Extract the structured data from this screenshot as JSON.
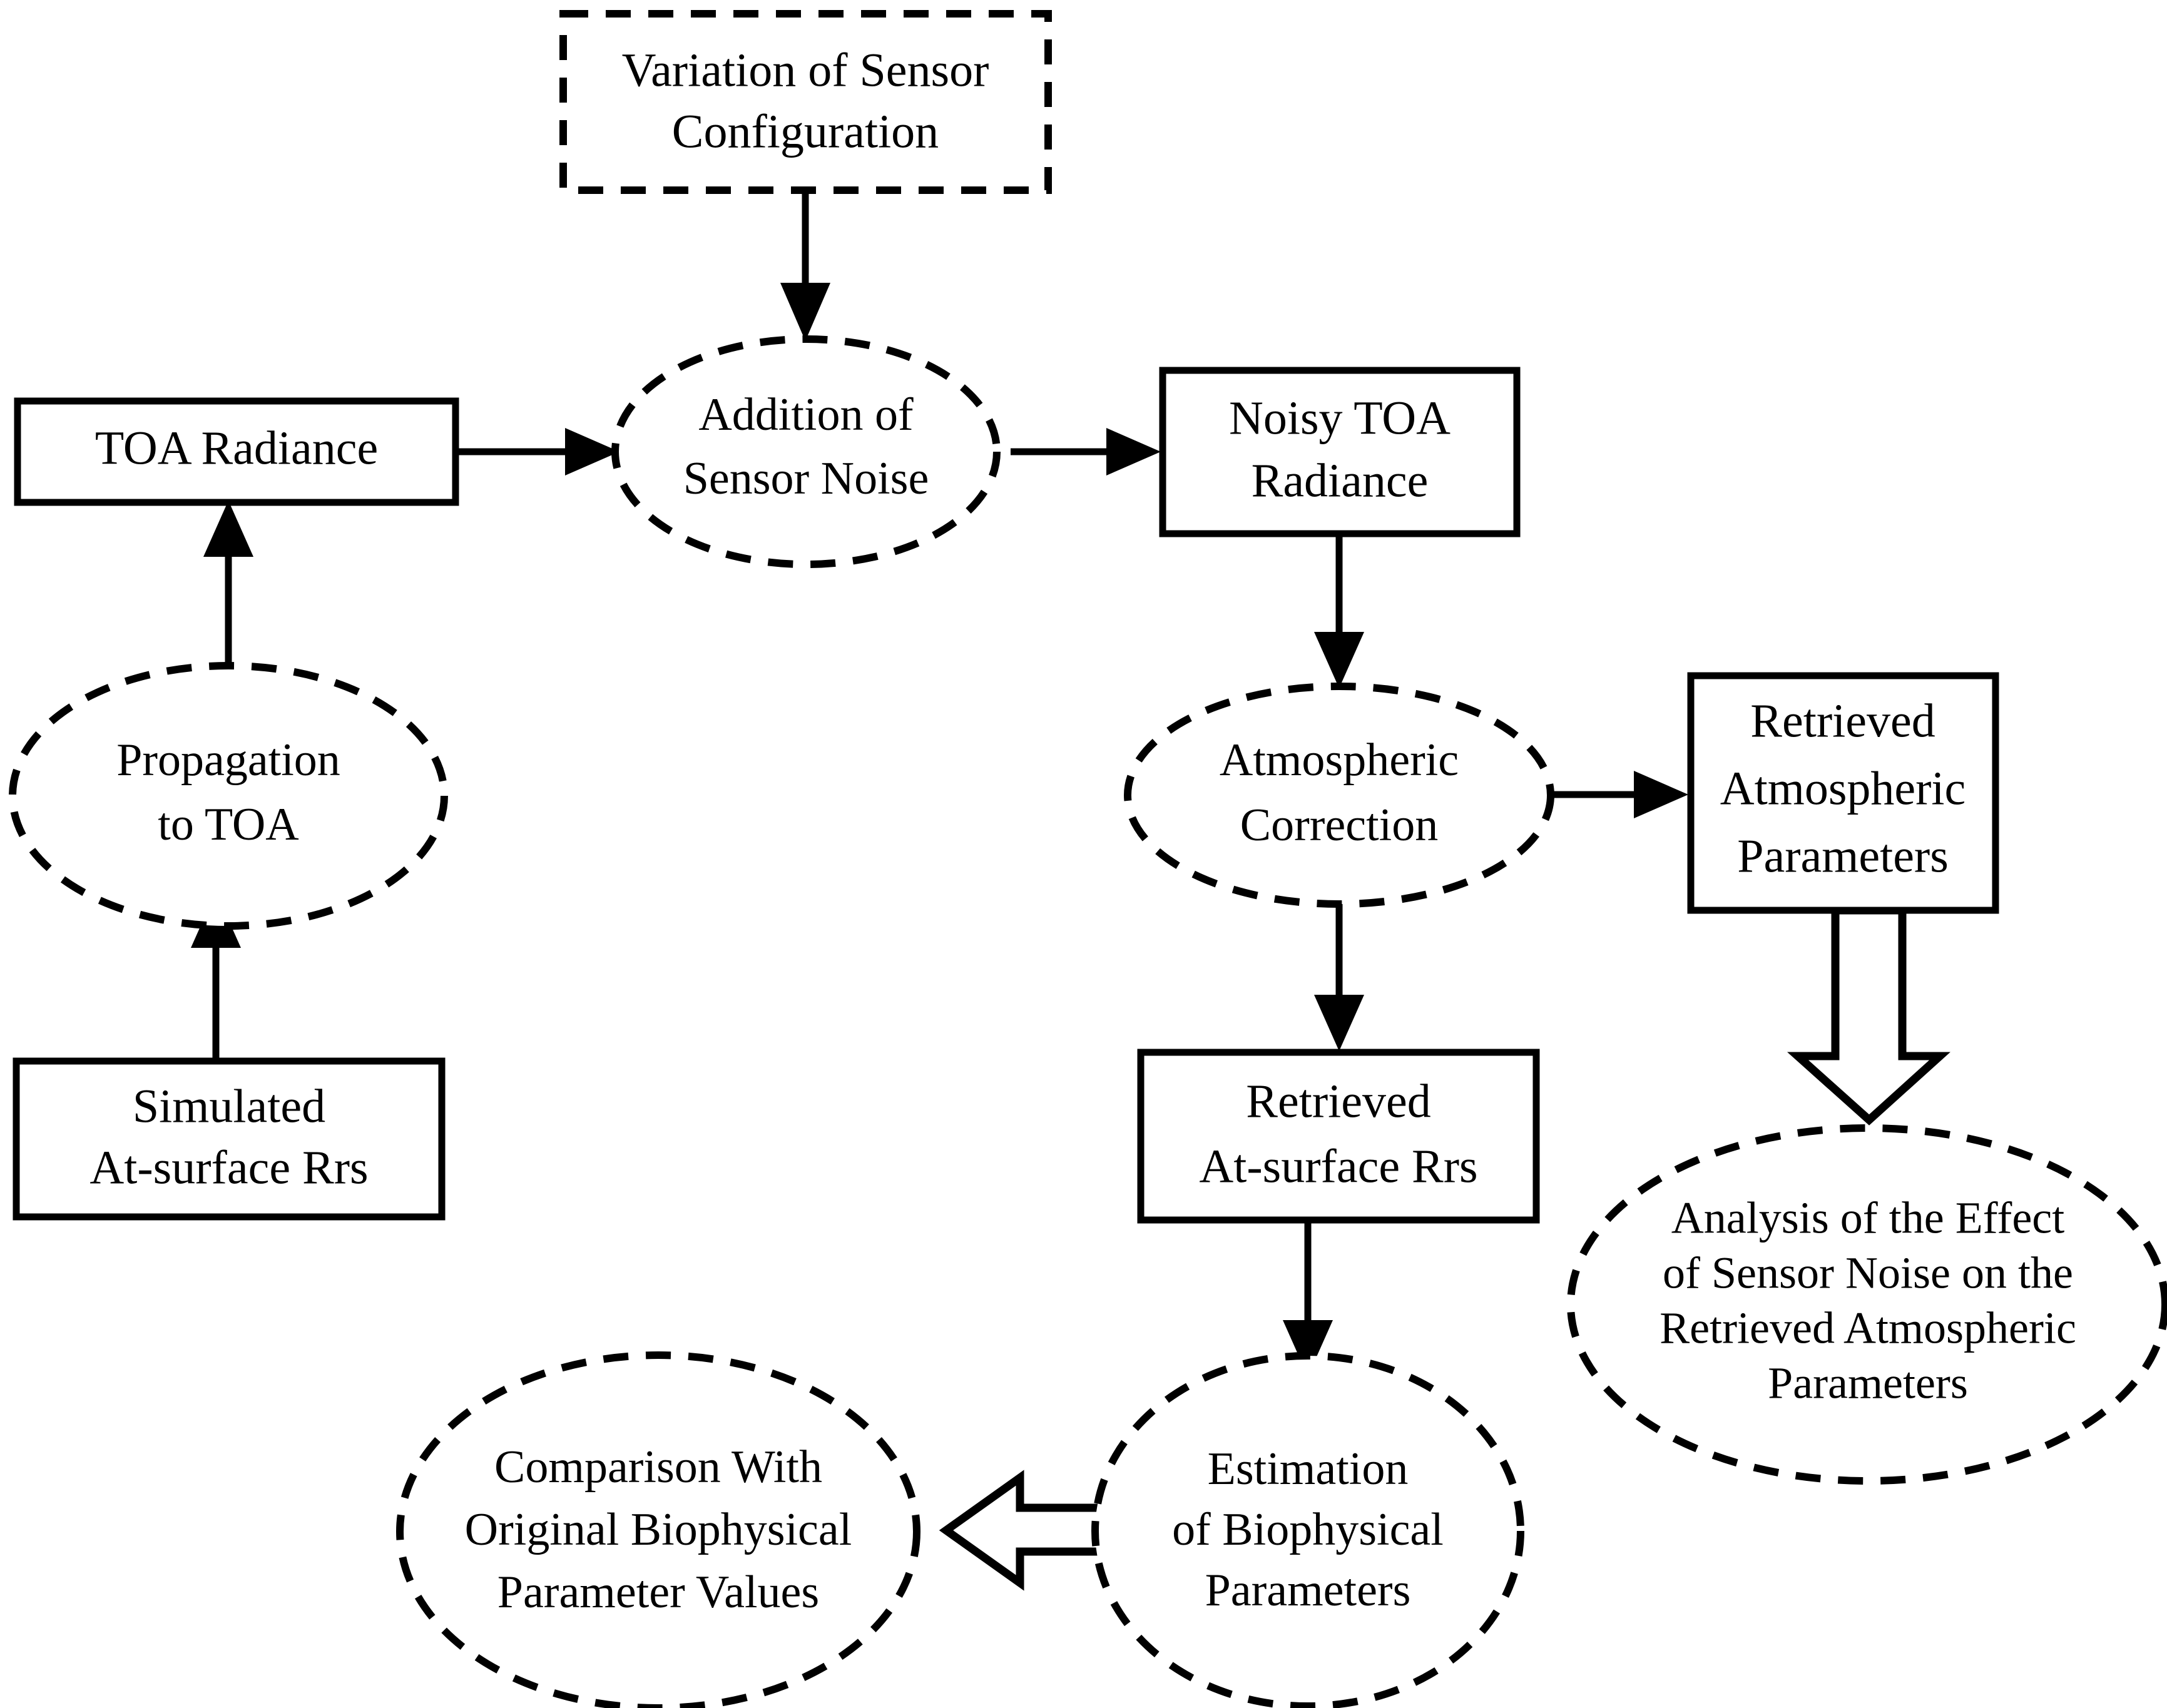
{
  "diagram": {
    "title": "Sensor Noise Propagation and Atmospheric Correction Workflow",
    "background_color": "#ffffff",
    "stroke_color": "#000000",
    "nodes": {
      "variation_sensor_config": {
        "shape": "rectangle-dashed",
        "lines": [
          "Variation of Sensor",
          "Configuration"
        ]
      },
      "toa_radiance": {
        "shape": "rectangle",
        "lines": [
          "TOA Radiance"
        ]
      },
      "addition_sensor_noise": {
        "shape": "ellipse-dashed",
        "lines": [
          "Addition of",
          "Sensor Noise"
        ]
      },
      "noisy_toa_radiance": {
        "shape": "rectangle",
        "lines": [
          "Noisy TOA",
          "Radiance"
        ]
      },
      "propagation_to_toa": {
        "shape": "ellipse-dashed",
        "lines": [
          "Propagation",
          "to TOA"
        ]
      },
      "simulated_at_surface_rrs": {
        "shape": "rectangle",
        "lines": [
          "Simulated",
          "At-surface Rrs"
        ]
      },
      "atmospheric_correction": {
        "shape": "ellipse-dashed",
        "lines": [
          "Atmospheric",
          "Correction"
        ]
      },
      "retrieved_atmospheric_parameters": {
        "shape": "rectangle",
        "lines": [
          "Retrieved",
          "Atmospheric",
          "Parameters"
        ]
      },
      "retrieved_at_surface_rrs": {
        "shape": "rectangle",
        "lines": [
          "Retrieved",
          "At-surface Rrs"
        ]
      },
      "analysis_effect_sensor_noise": {
        "shape": "ellipse-dashed",
        "lines": [
          "Analysis of the Effect",
          "of Sensor Noise on the",
          "Retrieved Atmospheric",
          "Parameters"
        ]
      },
      "estimation_biophysical_parameters": {
        "shape": "ellipse-dashed",
        "lines": [
          "Estimation",
          "of Biophysical",
          "Parameters"
        ]
      },
      "comparison_original_biophysical": {
        "shape": "ellipse-dashed",
        "lines": [
          "Comparison With",
          "Original Biophysical",
          "Parameter Values"
        ]
      }
    },
    "edges": [
      {
        "name": "config-to-noise",
        "from": "variation_sensor_config",
        "to": "addition_sensor_noise",
        "style": "solid-arrow",
        "direction": "down"
      },
      {
        "name": "toa-to-noise",
        "from": "toa_radiance",
        "to": "addition_sensor_noise",
        "style": "solid-arrow",
        "direction": "right"
      },
      {
        "name": "noise-to-noisy",
        "from": "addition_sensor_noise",
        "to": "noisy_toa_radiance",
        "style": "solid-arrow",
        "direction": "right"
      },
      {
        "name": "propagation-to-toa-radiance",
        "from": "propagation_to_toa",
        "to": "toa_radiance",
        "style": "solid-arrow",
        "direction": "up"
      },
      {
        "name": "simulated-to-propagation",
        "from": "simulated_at_surface_rrs",
        "to": "propagation_to_toa",
        "style": "solid-arrow",
        "direction": "up"
      },
      {
        "name": "noisy-to-correction",
        "from": "noisy_toa_radiance",
        "to": "atmospheric_correction",
        "style": "solid-arrow",
        "direction": "down"
      },
      {
        "name": "correction-to-retrieved-params",
        "from": "atmospheric_correction",
        "to": "retrieved_atmospheric_parameters",
        "style": "solid-arrow",
        "direction": "right"
      },
      {
        "name": "correction-to-retrieved-rrs",
        "from": "atmospheric_correction",
        "to": "retrieved_at_surface_rrs",
        "style": "solid-arrow",
        "direction": "down"
      },
      {
        "name": "retrieved-params-to-analysis",
        "from": "retrieved_atmospheric_parameters",
        "to": "analysis_effect_sensor_noise",
        "style": "hollow-block-arrow",
        "direction": "down"
      },
      {
        "name": "retrieved-rrs-to-estimation",
        "from": "retrieved_at_surface_rrs",
        "to": "estimation_biophysical_parameters",
        "style": "solid-arrow",
        "direction": "down"
      },
      {
        "name": "estimation-to-comparison",
        "from": "estimation_biophysical_parameters",
        "to": "comparison_original_biophysical",
        "style": "hollow-block-arrow",
        "direction": "left"
      }
    ]
  }
}
